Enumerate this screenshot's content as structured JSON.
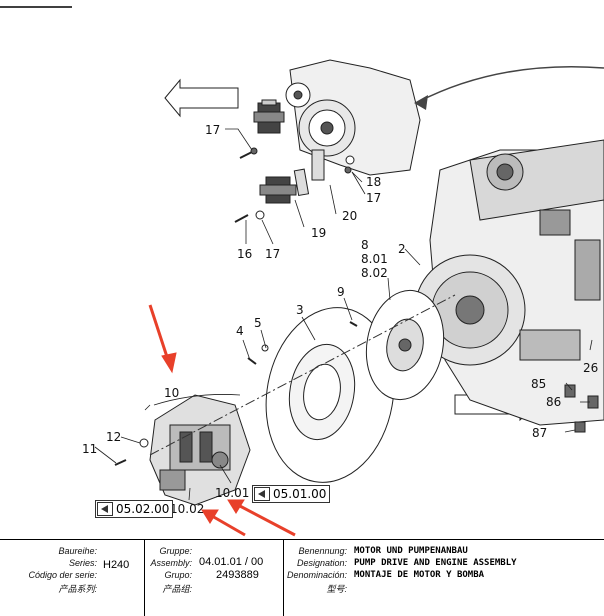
{
  "drawing": {
    "callouts": {
      "c17a": "17",
      "c18": "18",
      "c17b": "17",
      "c20": "20",
      "c19": "19",
      "c16": "16",
      "c17c": "17",
      "c2": "2",
      "c8": "8",
      "c801": "8.01",
      "c802": "8.02",
      "c9": "9",
      "c3": "3",
      "c4": "4",
      "c5": "5",
      "c26": "26",
      "c85": "85",
      "c86": "86",
      "c87": "87",
      "c10": "10",
      "c12": "12",
      "c11": "11",
      "c1001": "10.01",
      "c1002": "10.02"
    },
    "references": [
      {
        "label": "05.02.00"
      },
      {
        "label": "05.01.00"
      }
    ],
    "annotation_color": "#e8402a"
  },
  "title_block": {
    "series_keys": [
      "Baureihe:",
      "Series:",
      "Código der serie:",
      "产品系列:"
    ],
    "series_value": "H240",
    "group_keys": [
      "Gruppe:",
      "Assembly:",
      "Grupo:",
      "产品组:"
    ],
    "group_values": [
      "04.01.01 / 00",
      "2493889"
    ],
    "name_keys": [
      "Benennung:",
      "Designation:",
      "Denominación:",
      "型号:"
    ],
    "name_values": [
      "MOTOR UND PUMPENANBAU",
      "PUMP DRIVE AND ENGINE ASSEMBLY",
      "MONTAJE DE MOTOR Y BOMBA",
      ""
    ]
  }
}
